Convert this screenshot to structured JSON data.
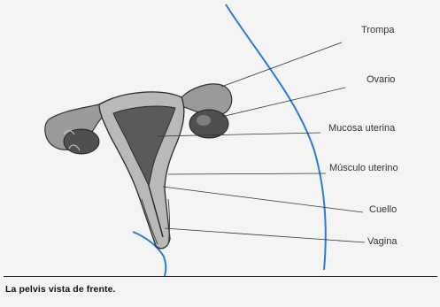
{
  "diagram": {
    "labels": {
      "trompa": "Trompa",
      "ovario": "Ovario",
      "mucosa": "Mucosa uterina",
      "musculo": "Músculo uterino",
      "cuello": "Cuello",
      "vagina": "Vagina"
    },
    "colors": {
      "body_outline": "#2a7ad6",
      "tissue_dark": "#555555",
      "tissue_mid": "#8a8a8a",
      "tissue_light": "#bdbdbd"
    }
  },
  "caption": "La pelvis vista de frente."
}
